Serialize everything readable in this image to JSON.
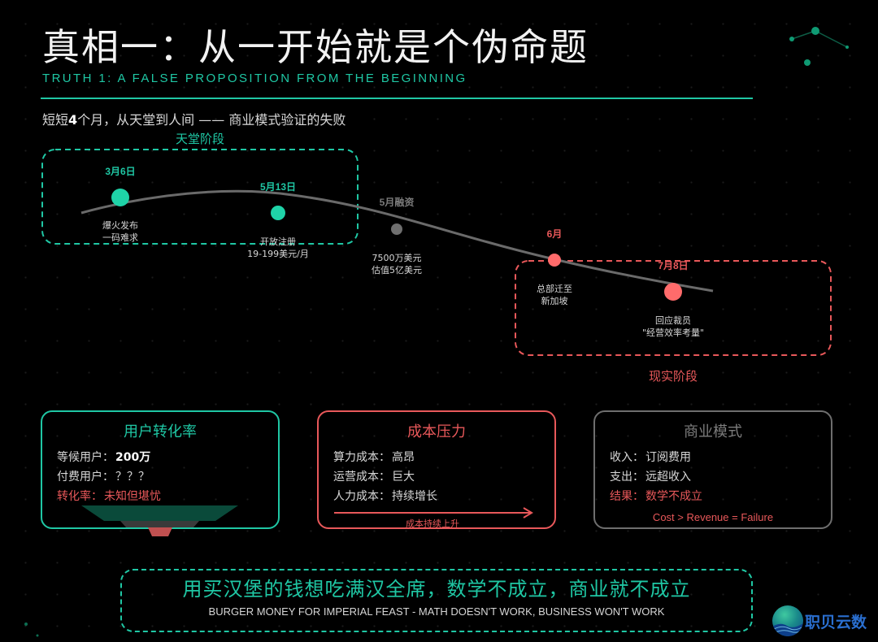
{
  "header": {
    "title": "真相一：从一开始就是个伪命题",
    "subtitle_en": "TRUTH 1: A FALSE PROPOSITION FROM THE BEGINNING",
    "tagline_prefix": "短短",
    "tagline_number": "4",
    "tagline_suffix": "个月，从天堂到人间 —— 商业模式验证的失败"
  },
  "colors": {
    "accent_green": "#1fc7a4",
    "accent_red": "#e8585a",
    "neutral_gray": "#6e6e6e",
    "timeline_line": "#6a6a6a"
  },
  "timeline": {
    "phases": [
      {
        "name": "heaven",
        "label": "天堂阶段"
      },
      {
        "name": "reality",
        "label": "现实阶段"
      }
    ],
    "events": [
      {
        "date": "3月6日",
        "desc_line1": "爆火发布",
        "desc_line2": "一码难求",
        "status": "heaven"
      },
      {
        "date": "5月13日",
        "desc_line1": "开放注册",
        "desc_line2": "19-199美元/月",
        "status": "heaven"
      },
      {
        "date": "5月融资",
        "desc_line1": "7500万美元",
        "desc_line2": "估值5亿美元",
        "status": "neutral"
      },
      {
        "date": "6月",
        "desc_line1": "总部迁至",
        "desc_line2": "新加坡",
        "status": "reality"
      },
      {
        "date": "7月8日",
        "desc_line1": "回应裁员",
        "desc_line2": "\"经营效率考量\"",
        "status": "reality"
      }
    ]
  },
  "cards": {
    "conversion": {
      "title": "用户转化率",
      "rows": [
        {
          "label": "等候用户：",
          "value": "200万",
          "alert": false
        },
        {
          "label": "付费用户：",
          "value": "？？？",
          "alert": false
        },
        {
          "label": "转化率：",
          "value": "未知但堪忧",
          "alert": true
        }
      ]
    },
    "cost": {
      "title": "成本压力",
      "rows": [
        {
          "label": "算力成本：",
          "value": "高昂",
          "alert": false
        },
        {
          "label": "运营成本：",
          "value": "巨大",
          "alert": false
        },
        {
          "label": "人力成本：",
          "value": "持续增长",
          "alert": false
        }
      ],
      "arrow_caption": "成本持续上升"
    },
    "model": {
      "title": "商业模式",
      "rows": [
        {
          "label": "收入：",
          "value": "订阅费用",
          "alert": false
        },
        {
          "label": "支出：",
          "value": "远超收入",
          "alert": false
        },
        {
          "label": "结果：",
          "value": "数学不成立",
          "alert": true
        }
      ],
      "formula": "Cost > Revenue = Failure"
    }
  },
  "conclusion": {
    "cn": "用买汉堡的钱想吃满汉全席，数学不成立，商业就不成立",
    "en": "BURGER MONEY FOR IMPERIAL FEAST - MATH DOESN'T WORK, BUSINESS WON'T WORK"
  },
  "logo": {
    "text": "职贝云数"
  }
}
